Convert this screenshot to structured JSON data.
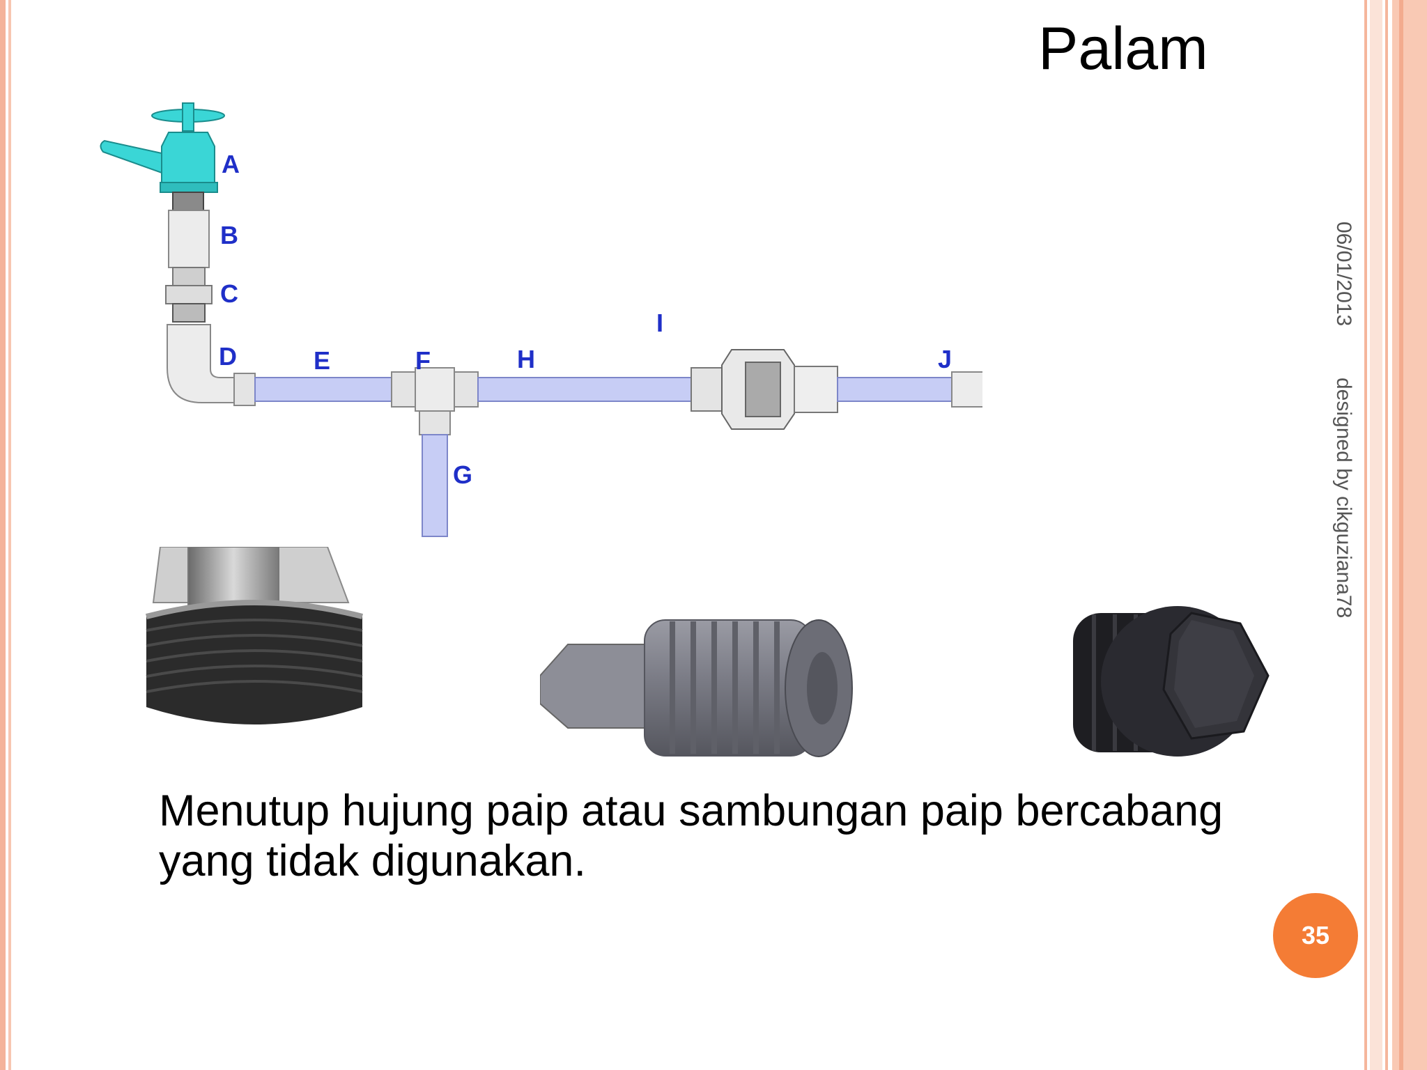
{
  "slide": {
    "title": "Palam",
    "date": "06/01/2013",
    "credit": "designed by cikguziana78",
    "body_text": "Menutup hujung paip atau sambungan paip bercabang yang tidak digunakan.",
    "page_number": "35"
  },
  "diagram": {
    "labels": [
      "A",
      "B",
      "C",
      "D",
      "E",
      "F",
      "G",
      "H",
      "I",
      "J"
    ]
  },
  "colors": {
    "accent_orange": "#f47c35",
    "border_salmon": "#f4b39a",
    "pipe_blue": "#c7cdf5",
    "label_blue": "#1f2fc8",
    "tap_cyan": "#3ad6d6"
  }
}
